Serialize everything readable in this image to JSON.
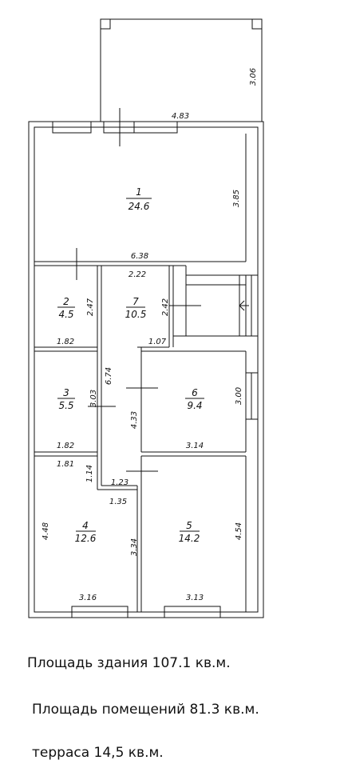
{
  "plan": {
    "rooms": [
      {
        "number": "1",
        "area": "24.6"
      },
      {
        "number": "2",
        "area": "4.5"
      },
      {
        "number": "3",
        "area": "5.5"
      },
      {
        "number": "4",
        "area": "12.6"
      },
      {
        "number": "5",
        "area": "14.2"
      },
      {
        "number": "6",
        "area": "9.4"
      },
      {
        "number": "7",
        "area": "10.5"
      }
    ],
    "dimensions": [
      "3.06",
      "4.83",
      "3.85",
      "6.38",
      "2.22",
      "2.47",
      "2.42",
      "1.82",
      "1.07",
      "6.74",
      "3.03",
      "4.33",
      "3.00",
      "1.82",
      "3.14",
      "1.81",
      "1.14",
      "1.23",
      "1.35",
      "4.48",
      "3.34",
      "4.54",
      "3.16",
      "3.13"
    ]
  },
  "captions": {
    "building_area": "Площадь здания 107.1 кв.м.",
    "rooms_area": "Площадь помещений 81.3 кв.м.",
    "terrace": "терраса 14,5 кв.м."
  }
}
